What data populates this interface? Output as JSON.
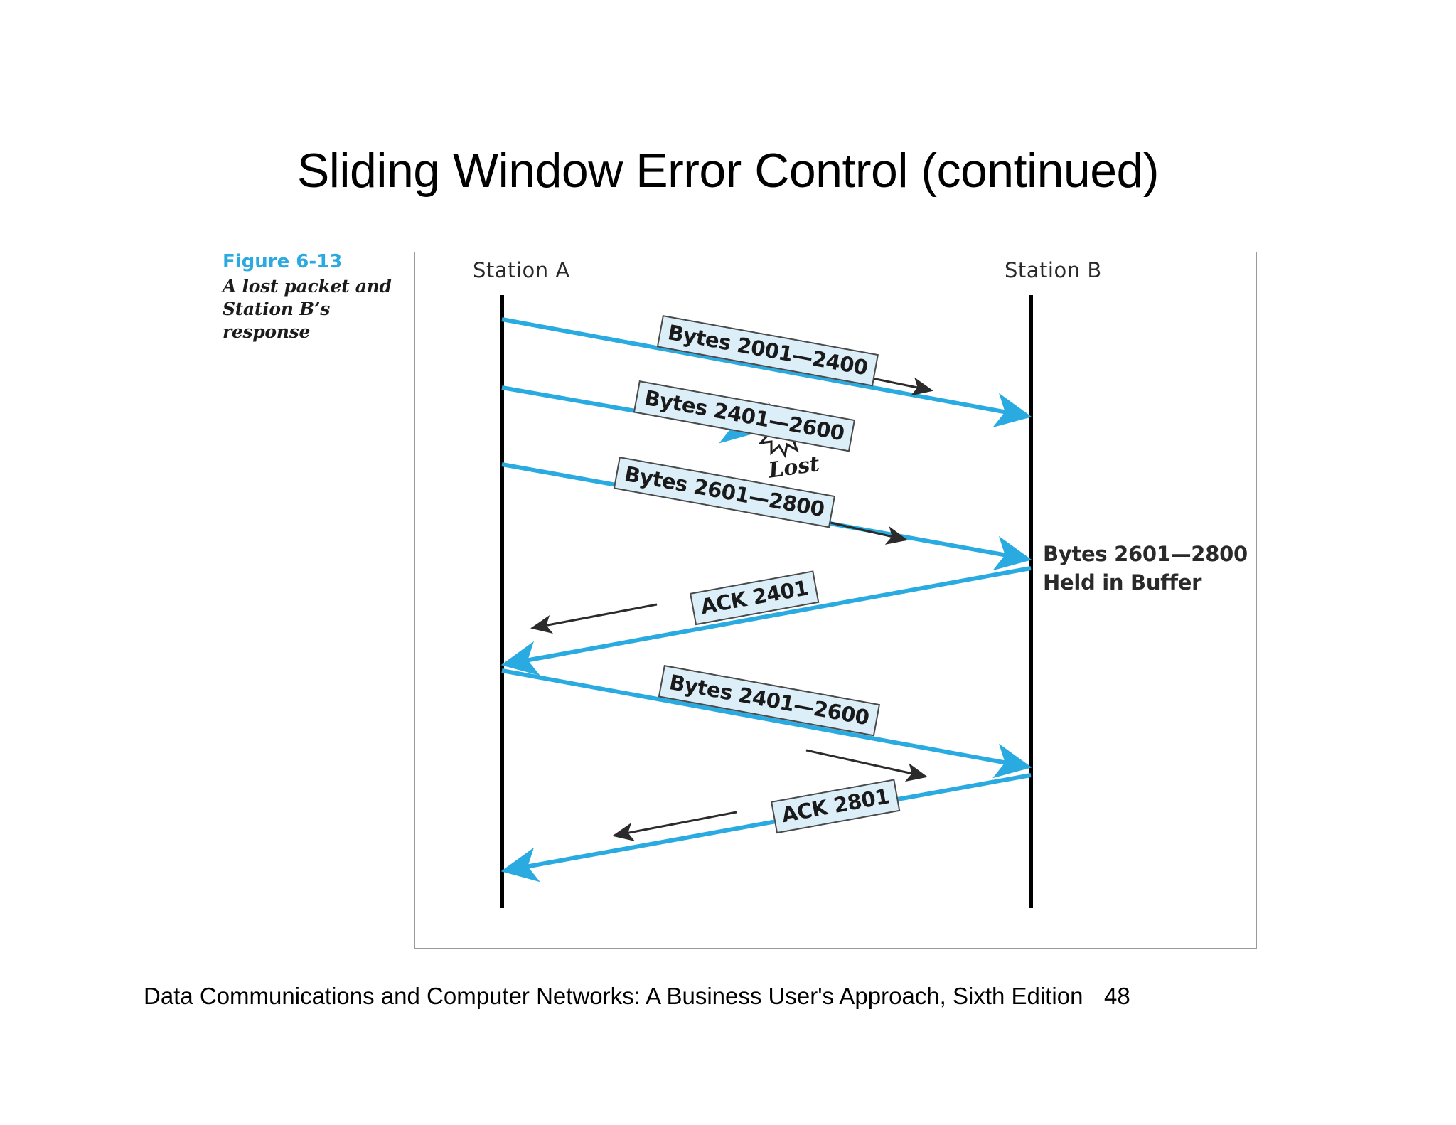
{
  "slide": {
    "title": "Sliding Window Error Control (continued)"
  },
  "figure": {
    "number": "Figure 6-13",
    "caption_line1": "A lost packet and",
    "caption_line2": "Station B’s response",
    "accent_color": "#2BA9E0",
    "chip_fill": "#DCEEF7",
    "arrow_color": "#29ABE2",
    "timeline_color": "#000000",
    "stations": {
      "left": "Station A",
      "right": "Station B"
    },
    "messages": [
      {
        "id": "msg1",
        "label": "Bytes 2001—2400",
        "direction": "a-to-b",
        "status": "delivered"
      },
      {
        "id": "msg2",
        "label": "Bytes 2401—2600",
        "direction": "a-to-b",
        "status": "lost"
      },
      {
        "id": "msg3",
        "label": "Bytes 2601—2800",
        "direction": "a-to-b",
        "status": "delivered"
      },
      {
        "id": "msg4",
        "label": "ACK 2401",
        "direction": "b-to-a",
        "status": "delivered"
      },
      {
        "id": "msg5",
        "label": "Bytes 2401—2600",
        "direction": "a-to-b",
        "status": "delivered"
      },
      {
        "id": "msg6",
        "label": "ACK 2801",
        "direction": "b-to-a",
        "status": "delivered"
      }
    ],
    "annotations": {
      "lost": "Lost",
      "buffer_line1": "Bytes 2601—2800",
      "buffer_line2": "Held in Buffer"
    }
  },
  "footer": {
    "source": "Data Communications and Computer Networks: A Business User's Approach, Sixth Edition",
    "page": "48"
  }
}
